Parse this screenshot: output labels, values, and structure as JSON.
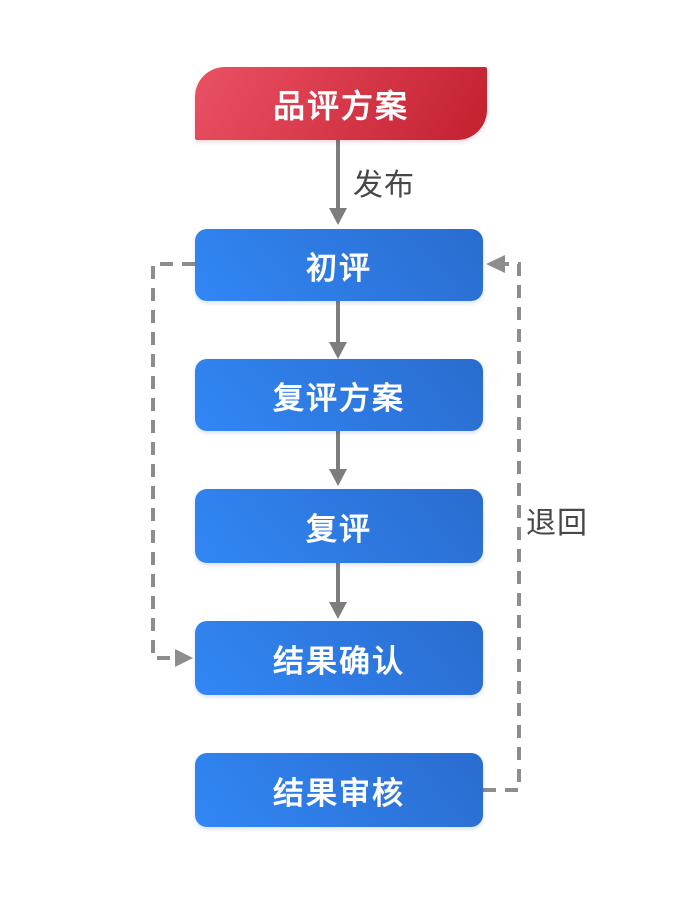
{
  "diagram": {
    "background": "#ffffff",
    "nodes": [
      {
        "id": "tasting-plan",
        "label": "品评方案",
        "variant": "start"
      },
      {
        "id": "initial-evaluation",
        "label": "初评",
        "variant": "step"
      },
      {
        "id": "re-evaluation-plan",
        "label": "复评方案",
        "variant": "step"
      },
      {
        "id": "re-evaluation",
        "label": "复评",
        "variant": "step"
      },
      {
        "id": "result-confirmation",
        "label": "结果确认",
        "variant": "step"
      },
      {
        "id": "result-review",
        "label": "结果审核",
        "variant": "step"
      }
    ],
    "edges": [
      {
        "from": "tasting-plan",
        "to": "initial-evaluation",
        "style": "solid",
        "label": "发布"
      },
      {
        "from": "initial-evaluation",
        "to": "re-evaluation-plan",
        "style": "solid",
        "label": ""
      },
      {
        "from": "re-evaluation-plan",
        "to": "re-evaluation",
        "style": "solid",
        "label": ""
      },
      {
        "from": "re-evaluation",
        "to": "result-confirmation",
        "style": "solid",
        "label": ""
      },
      {
        "from": "initial-evaluation",
        "to": "result-confirmation",
        "style": "dashed",
        "label": ""
      },
      {
        "from": "result-review",
        "to": "initial-evaluation",
        "style": "dashed",
        "label": "退回"
      }
    ],
    "colors": {
      "start_gradient_from": "#ea5164",
      "start_gradient_to": "#c3202f",
      "step_gradient_from": "#3187f5",
      "step_gradient_to": "#2a6cce",
      "solid_connector": "#7d7d7d",
      "dashed_connector": "#8d8d8d",
      "edge_label_text": "#474747",
      "node_text": "#ffffff"
    }
  }
}
